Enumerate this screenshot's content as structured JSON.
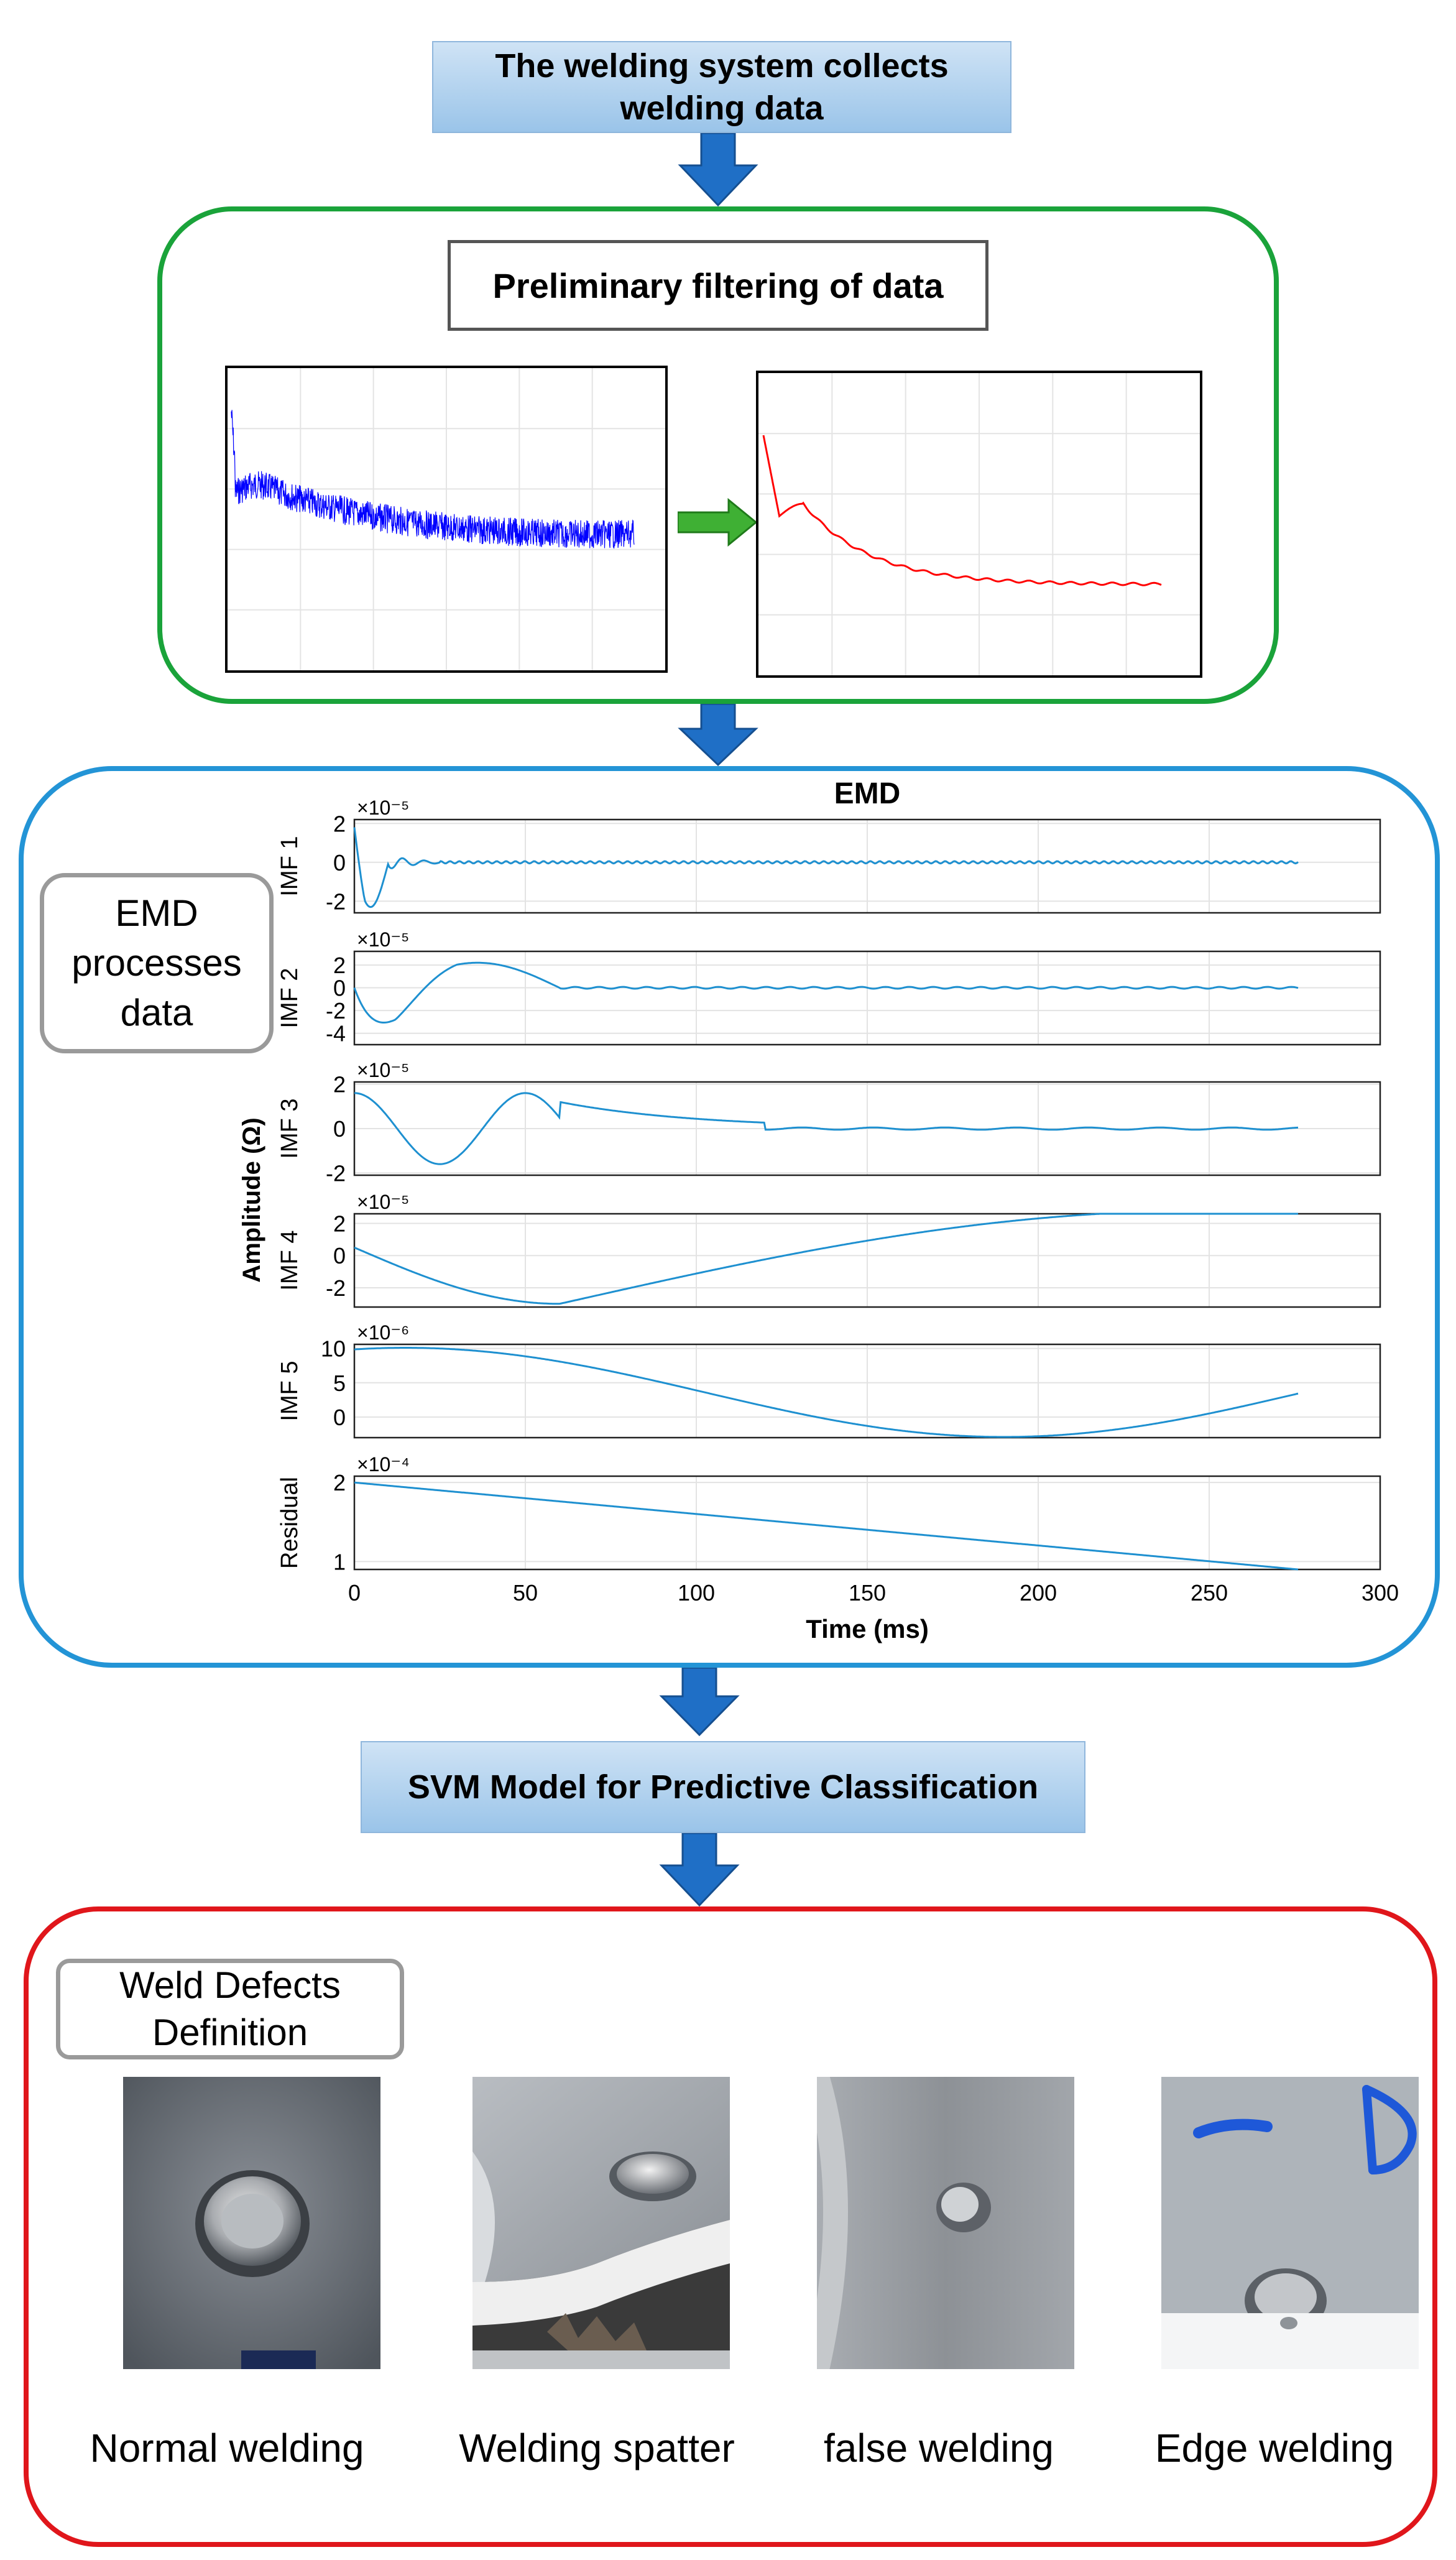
{
  "step1": {
    "text_line1": "The welding system collects",
    "text_line2": "welding data"
  },
  "filter_section": {
    "title": "Preliminary filtering of data"
  },
  "emd_section": {
    "title": "EMD",
    "side_label_line1": "EMD",
    "side_label_line2": "processes",
    "side_label_line3": "data",
    "y_axis_label": "Amplitude (Ω)",
    "x_axis_label": "Time (ms)",
    "x_ticks": [
      "0",
      "50",
      "100",
      "150",
      "200",
      "250",
      "300"
    ],
    "panels": [
      {
        "label": "IMF 1",
        "exponent": "×10⁻⁵",
        "y_ticks": [
          "2",
          "0",
          "-2"
        ]
      },
      {
        "label": "IMF 2",
        "exponent": "×10⁻⁵",
        "y_ticks": [
          "2",
          "0",
          "-2",
          "-4"
        ]
      },
      {
        "label": "IMF 3",
        "exponent": "×10⁻⁵",
        "y_ticks": [
          "2",
          "0",
          "-2"
        ]
      },
      {
        "label": "IMF 4",
        "exponent": "×10⁻⁵",
        "y_ticks": [
          "2",
          "0",
          "-2"
        ]
      },
      {
        "label": "IMF 5",
        "exponent": "×10⁻⁶",
        "y_ticks": [
          "10",
          "5",
          "0"
        ]
      },
      {
        "label": "Residual",
        "exponent": "×10⁻⁴",
        "y_ticks": [
          "2",
          "1"
        ]
      }
    ]
  },
  "step_svm": {
    "text": "SVM Model for Predictive Classification"
  },
  "defects_section": {
    "label_line1": "Weld Defects",
    "label_line2": "Definition",
    "items": [
      {
        "caption": "Normal welding"
      },
      {
        "caption": "Welding spatter"
      },
      {
        "caption": "false welding"
      },
      {
        "caption": "Edge welding"
      }
    ]
  },
  "colors": {
    "flow_arrow": "#1f6fc6",
    "filter_border": "#1aa33a",
    "emd_border": "#2394d6",
    "defects_border": "#e0161b",
    "raw_signal": "#0000ff",
    "filtered_signal": "#ff0000",
    "imf_line": "#1e90d0"
  }
}
